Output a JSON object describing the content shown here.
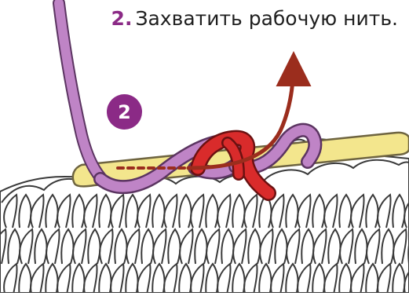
{
  "caption": {
    "step": "2.",
    "text": "Захватить рабочую нить."
  },
  "badge": {
    "number": "2"
  },
  "colors": {
    "accent": "#8b2a86",
    "purple_yarn": "#bf84c6",
    "purple_outline": "#5b3461",
    "red_yarn": "#d92b2b",
    "red_outline": "#6b1111",
    "hook": "#f3e68d",
    "hook_outline": "#6e6440",
    "fabric": "#ffffff",
    "fabric_outline": "#3a3a3a",
    "arrow": "#9b2d1d"
  },
  "icons": {
    "hook": "crochet-hook-icon",
    "arrow": "curved-arrow-icon",
    "badge": "step-number-badge"
  }
}
